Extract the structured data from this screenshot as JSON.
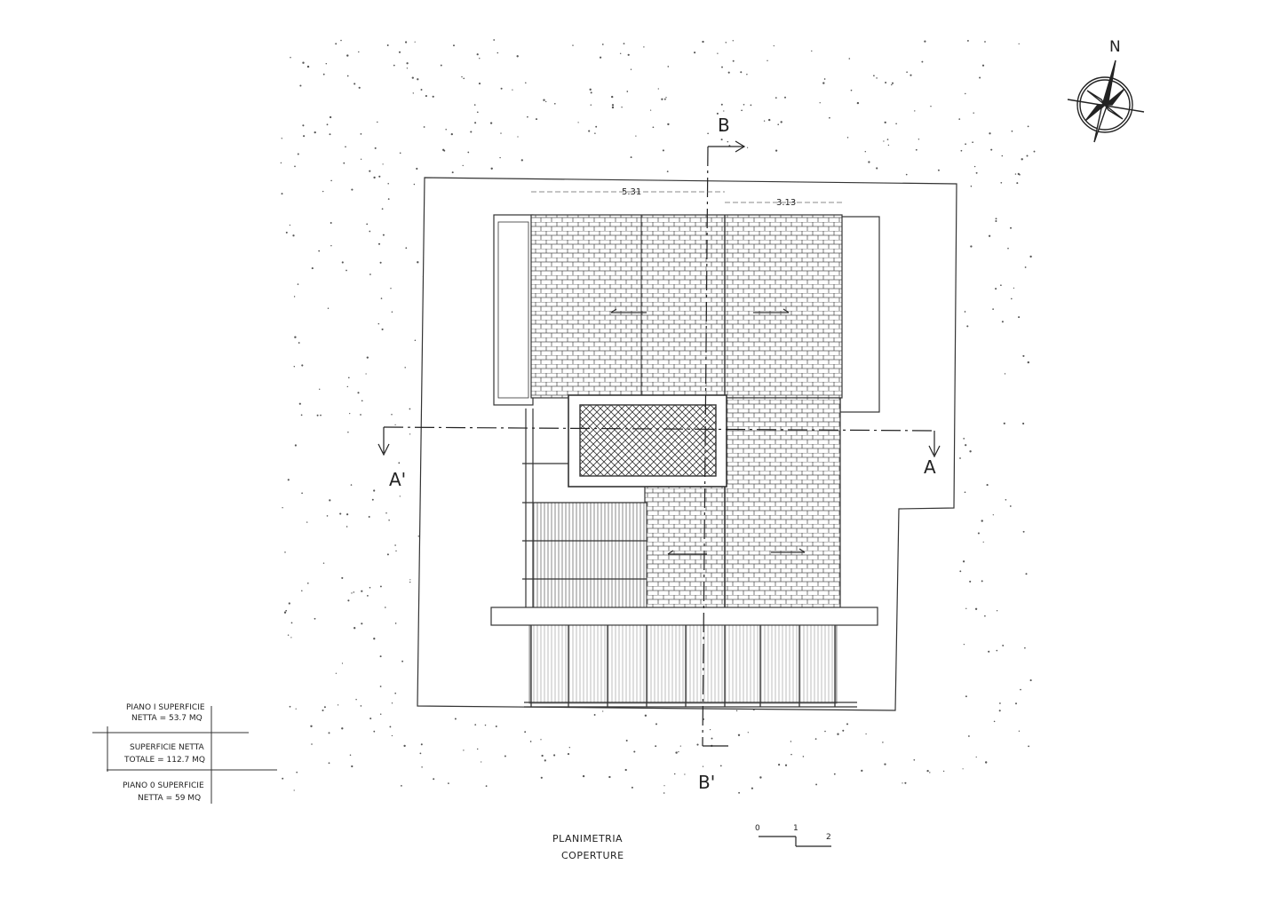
{
  "drawing": {
    "title_line1": "PLANIMETRIA",
    "title_line2": "COPERTURE"
  },
  "north": {
    "label": "N"
  },
  "sections": {
    "a": "A",
    "a_prime": "A'",
    "b": "B",
    "b_prime": "B'"
  },
  "dimensions": {
    "left": "5.31",
    "right": "3.13"
  },
  "scale_bar": {
    "tick0": "0",
    "tick1": "1",
    "tick2": "2"
  },
  "area_table": {
    "piano1_line1": "PIANO I SUPERFICIE",
    "piano1_line2": "NETTA = 53.7 MQ",
    "totale_line1": "SUPERFICIE NETTA",
    "totale_line2": "TOTALE = 112.7 MQ",
    "piano0_line1": "PIANO 0 SUPERFICIE",
    "piano0_line2": "NETTA = 59 MQ"
  }
}
